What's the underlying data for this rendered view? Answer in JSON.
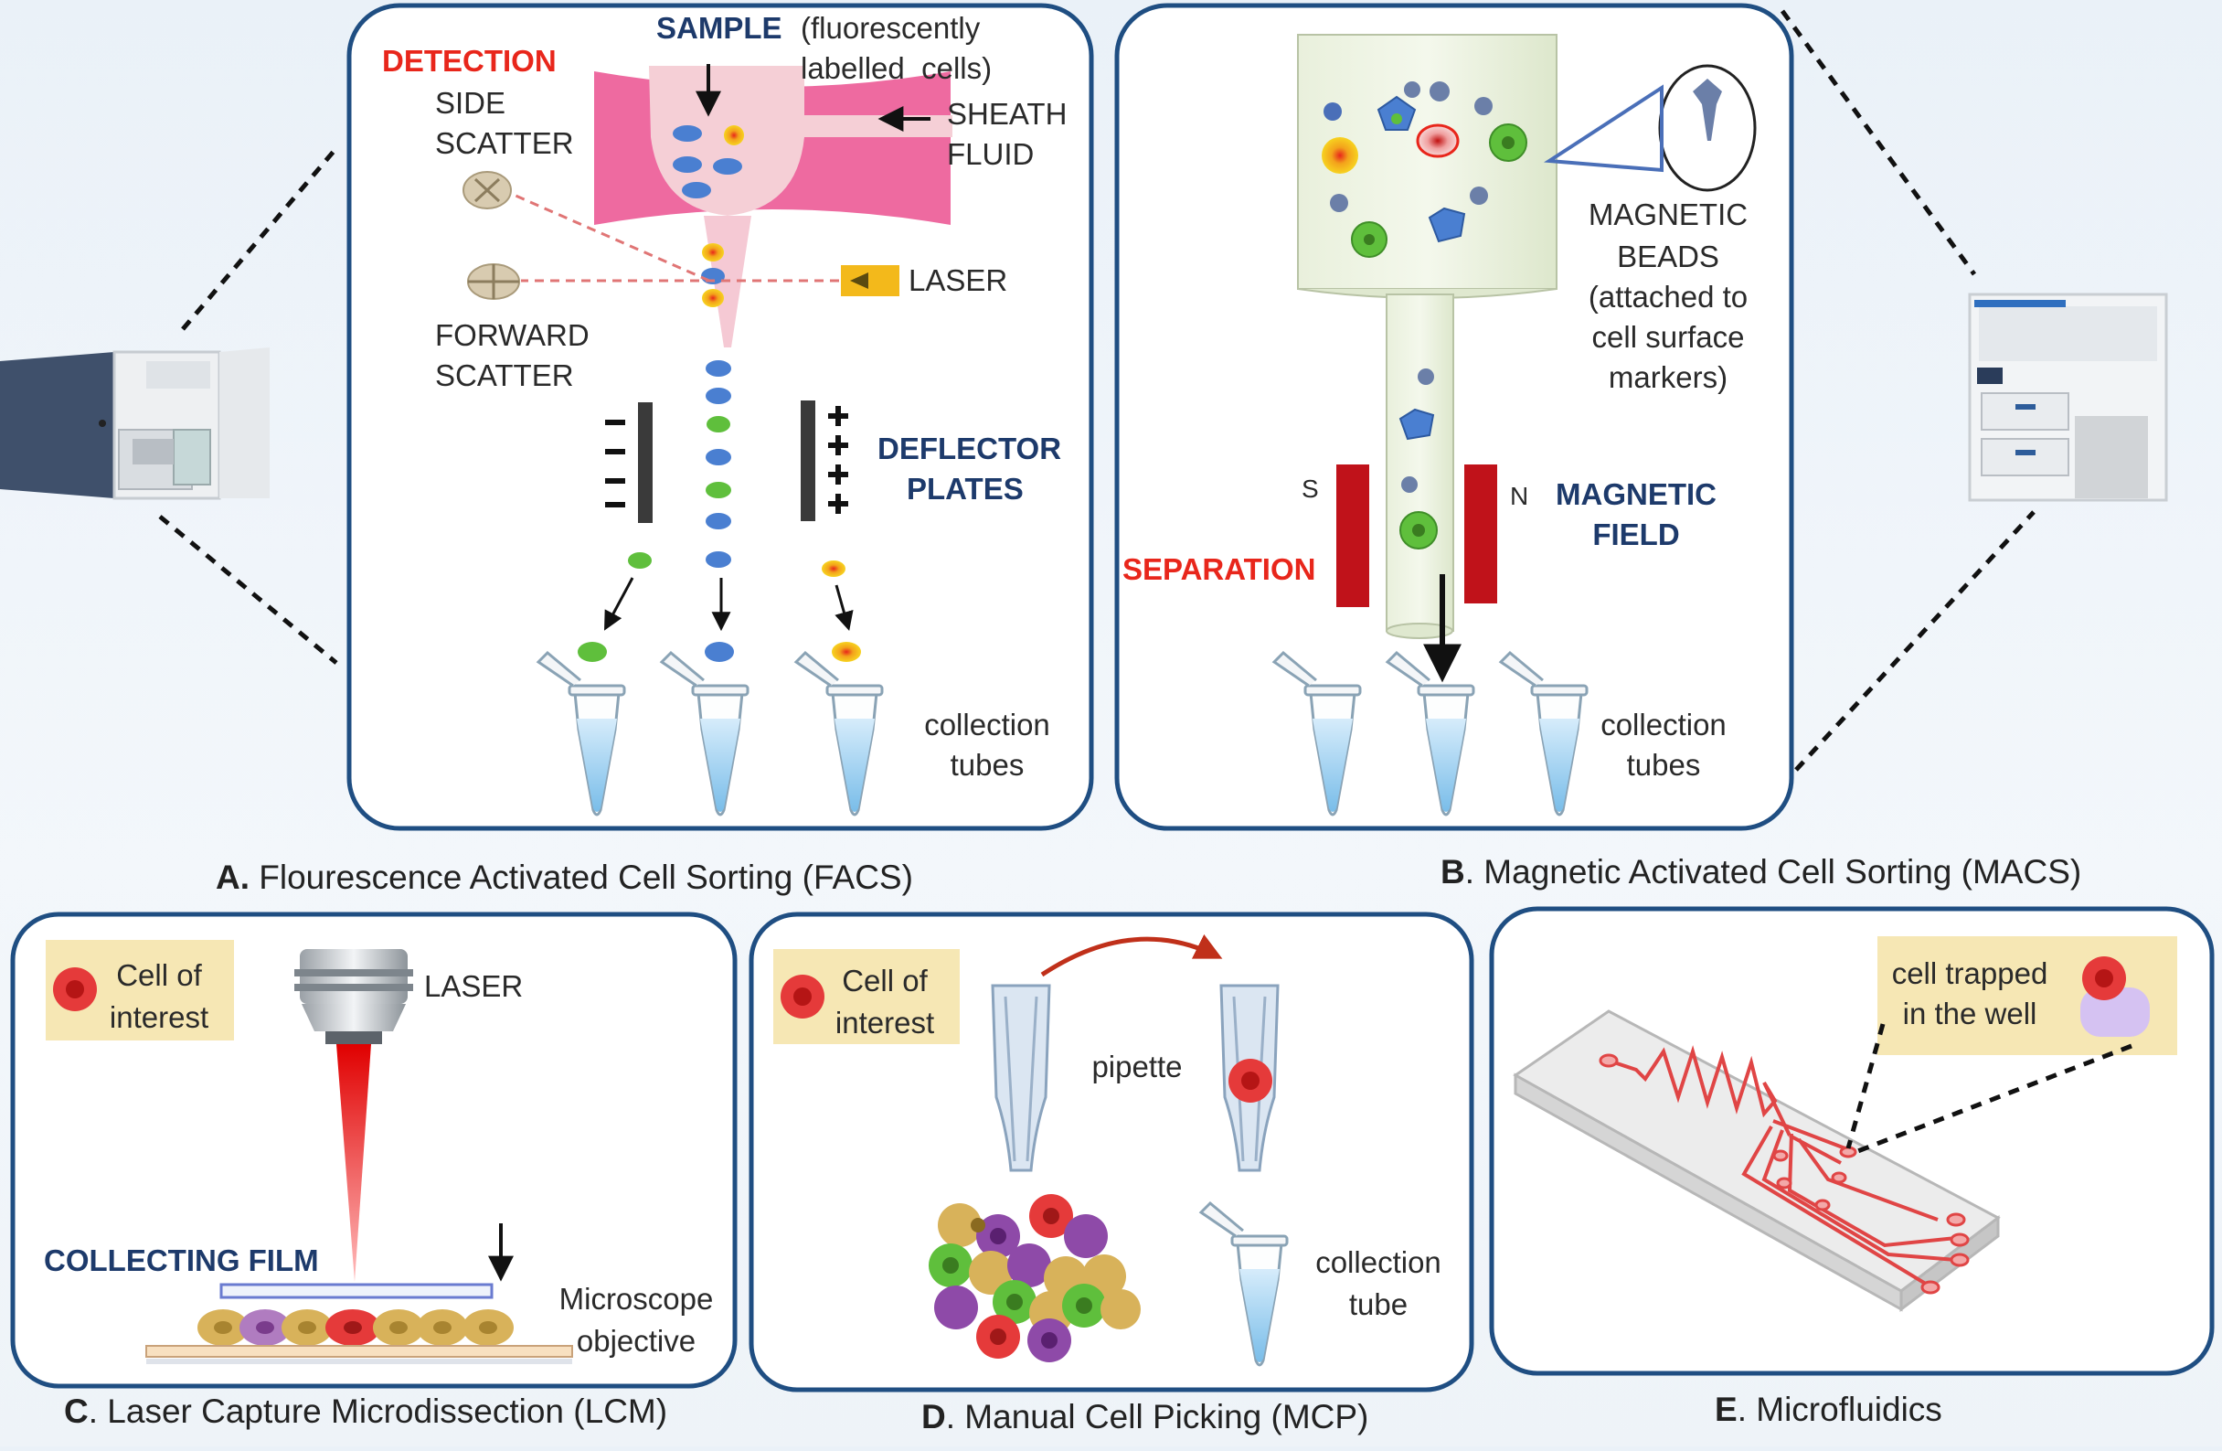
{
  "panel_a": {
    "detection": "DETECTION",
    "side_scatter_1": "SIDE",
    "side_scatter_2": "SCATTER",
    "forward_scatter_1": "FORWARD",
    "forward_scatter_2": "SCATTER",
    "sample": "SAMPLE",
    "sample_note_1": "(fluorescently",
    "sample_note_2": "labelled  cells)",
    "sheath_1": "SHEATH",
    "sheath_2": "FLUID",
    "laser": "LASER",
    "deflector_1": "DEFLECTOR",
    "deflector_2": "PLATES",
    "collection_1": "collection",
    "collection_2": "tubes",
    "caption_letter": "A.",
    "caption": " Flourescence Activated Cell Sorting (FACS)"
  },
  "panel_b": {
    "beads_1": "MAGNETIC",
    "beads_2": "BEADS",
    "beads_3": "(attached to",
    "beads_4": "cell surface",
    "beads_5": "markers)",
    "pole_s": "S",
    "pole_n": "N",
    "field_1": "MAGNETIC",
    "field_2": "FIELD",
    "separation": "SEPARATION",
    "collection_1": "collection",
    "collection_2": "tubes",
    "caption_letter": "B",
    "caption": ". Magnetic Activated Cell Sorting (MACS)"
  },
  "panel_c": {
    "legend_1": "Cell of",
    "legend_2": "interest",
    "laser": "LASER",
    "film": "COLLECTING FILM",
    "objective_1": "Microscope",
    "objective_2": "objective",
    "caption_letter": "C",
    "caption": ". Laser Capture Microdissection (LCM)"
  },
  "panel_d": {
    "legend_1": "Cell of",
    "legend_2": "interest",
    "pipette": "pipette",
    "collection_1": "collection",
    "collection_2": "tube",
    "caption_letter": "D",
    "caption": ". Manual Cell Picking (MCP)"
  },
  "panel_e": {
    "legend_1": "cell trapped",
    "legend_2": "in the well",
    "caption_letter": "E",
    "caption": ". Microfluidics"
  },
  "colors": {
    "panel_border": "#1f4e82",
    "red_label": "#e8261b",
    "navy_label": "#1d3a6b",
    "legend_bg": "#f6e7b4",
    "flow_pink": "#f06aa0",
    "magnet_red": "#c0121a",
    "cell_red": "#e53a3a",
    "cell_blue": "#4a7fd1",
    "cell_green": "#5fbf3c",
    "cell_yellow": "#f3c21b",
    "cell_purple": "#8e4aa8",
    "cell_tan": "#d8b25a"
  }
}
